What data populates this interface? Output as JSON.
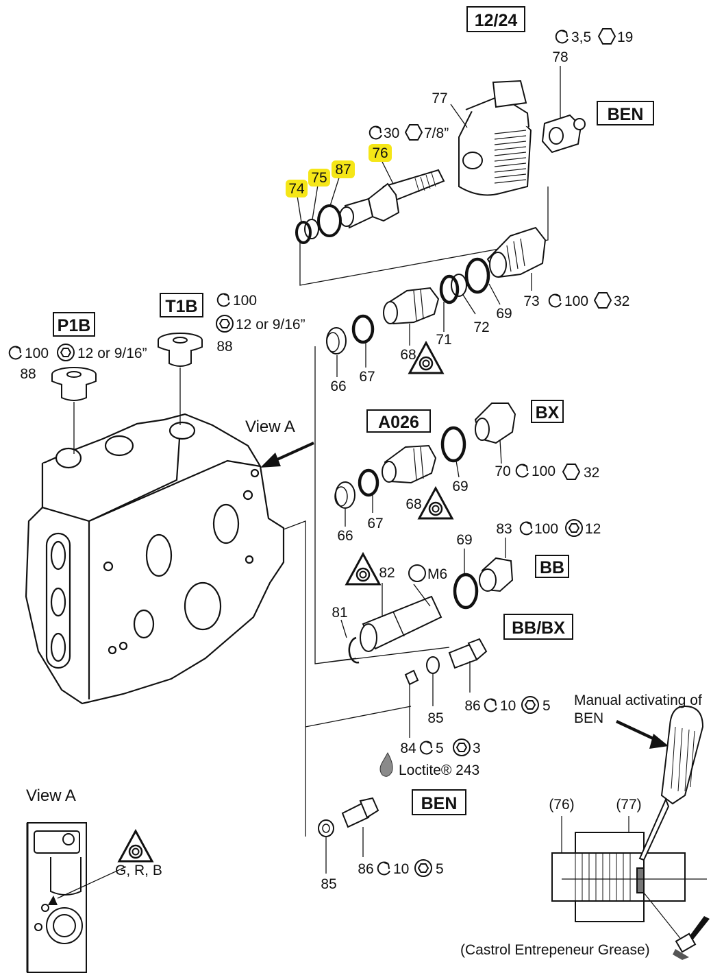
{
  "boxes": {
    "b1224": "12/24",
    "ben_top": "BEN",
    "p1b": "P1B",
    "t1b": "T1B",
    "a026": "A026",
    "bx": "BX",
    "bb": "BB",
    "bbbx": "BB/BX",
    "ben_bottom": "BEN"
  },
  "parts": {
    "p78": "78",
    "p77": "77",
    "p76": "76",
    "p75": "75",
    "p74": "74",
    "p87": "87",
    "p73": "73",
    "p69a": "69",
    "p72": "72",
    "p71": "71",
    "p68a": "68",
    "p67a": "67",
    "p66a": "66",
    "p88a": "88",
    "p88b": "88",
    "p70": "70",
    "p69b": "69",
    "p68b": "68",
    "p67b": "67",
    "p66b": "66",
    "p83": "83",
    "p69c": "69",
    "p82": "82",
    "p81": "81",
    "p84": "84",
    "p85a": "85",
    "p86a": "86",
    "p85b": "85",
    "p86b": "86",
    "ref76": "(76)",
    "ref77": "(77)"
  },
  "specs": {
    "s78_torque": "3,5",
    "s78_hex": "19",
    "s76_torque": "30",
    "s76_hex": "7/8”",
    "s73_torque": "100",
    "s73_hex": "32",
    "t1b_torque": "100",
    "t1b_hex": "12 or 9/16”",
    "p1b_torque": "100",
    "p1b_hex": "12 or 9/16”",
    "s70_torque": "100",
    "s70_hex": "32",
    "s83_torque": "100",
    "s83_hex": "12",
    "m6": "M6",
    "s84_torque": "5",
    "s84_hex": "3",
    "s86a_torque": "10",
    "s86a_hex": "5",
    "s86b_torque": "10",
    "s86b_hex": "5",
    "loctite": "Loctite® 243"
  },
  "notes": {
    "view_a_arrow": "View A",
    "view_a_title": "View A",
    "gr_b": "G, R, B",
    "manual_line1": "Manual activating of",
    "manual_line2": "BEN",
    "grease": "(Castrol Entrepeneur Grease)"
  },
  "colors": {
    "highlight": "#f5e617",
    "line": "#111111",
    "loctite_drop": "#8a8a8a"
  },
  "icons": [
    "torque-icon",
    "hex-icon",
    "hex-socket-icon",
    "warning-triangle-icon",
    "loctite-drop-icon",
    "grease-brush-icon",
    "screwdriver-icon"
  ]
}
